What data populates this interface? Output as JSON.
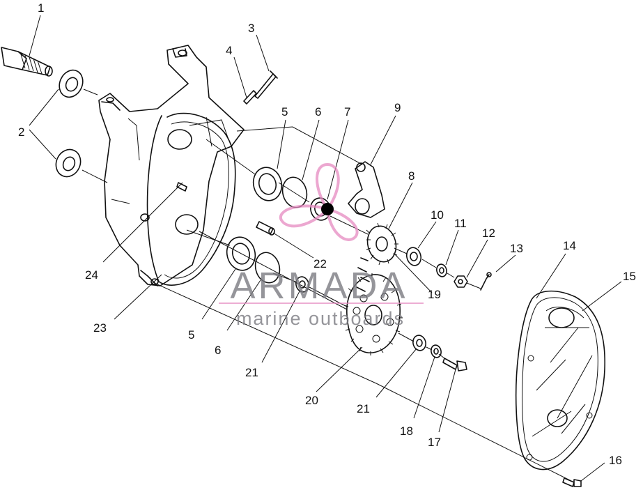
{
  "callouts": [
    "1",
    "2",
    "3",
    "4",
    "5",
    "6",
    "7",
    "8",
    "9",
    "10",
    "11",
    "12",
    "13",
    "14",
    "15",
    "5",
    "6",
    "21",
    "20",
    "21",
    "18",
    "17",
    "16",
    "19",
    "22",
    "23",
    "24"
  ],
  "watermark": {
    "brand": "ARMADA",
    "tagline": "marine outboards",
    "brand_color": "#7b7b82",
    "logo_color": "#e58ac0"
  }
}
